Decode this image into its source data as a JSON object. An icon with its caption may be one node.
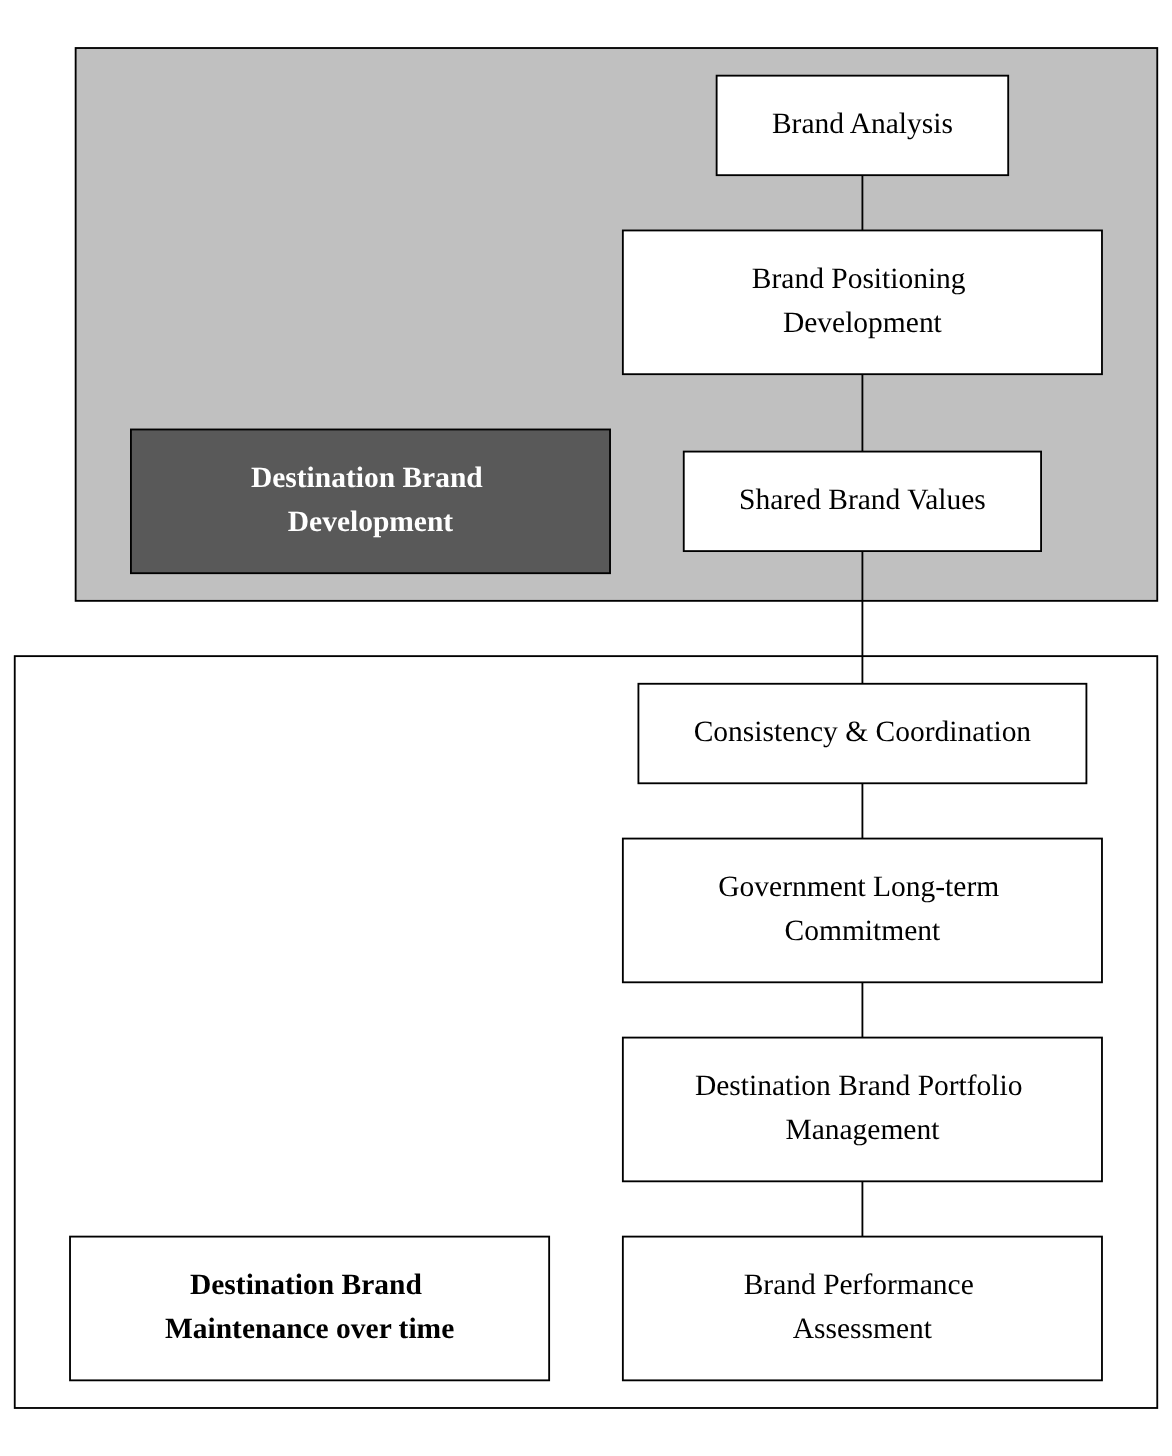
{
  "diagram": {
    "nodes": [
      {
        "text": [],
        "shape": "box"
      },
      {
        "text": [
          "Destination Brand Development"
        ],
        "in": 0
      },
      {
        "text": [
          "Brand Analysis"
        ],
        "in": 0
      },
      {
        "text": [
          "Brand Positioning Development"
        ],
        "in": 0
      },
      {
        "text": [
          "Shared Brand Values"
        ],
        "in": 0
      },
      {
        "text": [],
        "shape": "box"
      },
      {
        "text": [
          "Destination Brand Maintenance over time"
        ],
        "in": 5
      },
      {
        "text": [
          "Consistency & Coordination"
        ],
        "in": 5
      },
      {
        "text": [
          "Government Long-term Commitment"
        ],
        "in": 5
      },
      {
        "text": [
          "Destination Brand Portfolio Management"
        ],
        "in": 5
      },
      {
        "text": [
          "Brand Performance Assessment"
        ],
        "in": 5
      }
    ],
    "edges": [
      {
        "from": 2,
        "to": 3,
        "arrow": "none"
      },
      {
        "from": 3,
        "to": 4,
        "arrow": "none"
      },
      {
        "from": 4,
        "to": 7,
        "arrow": "none"
      },
      {
        "from": 7,
        "to": 8,
        "arrow": "none"
      },
      {
        "from": 8,
        "to": 9,
        "arrow": "none"
      },
      {
        "from": 9,
        "to": 10,
        "arrow": "none"
      }
    ]
  }
}
